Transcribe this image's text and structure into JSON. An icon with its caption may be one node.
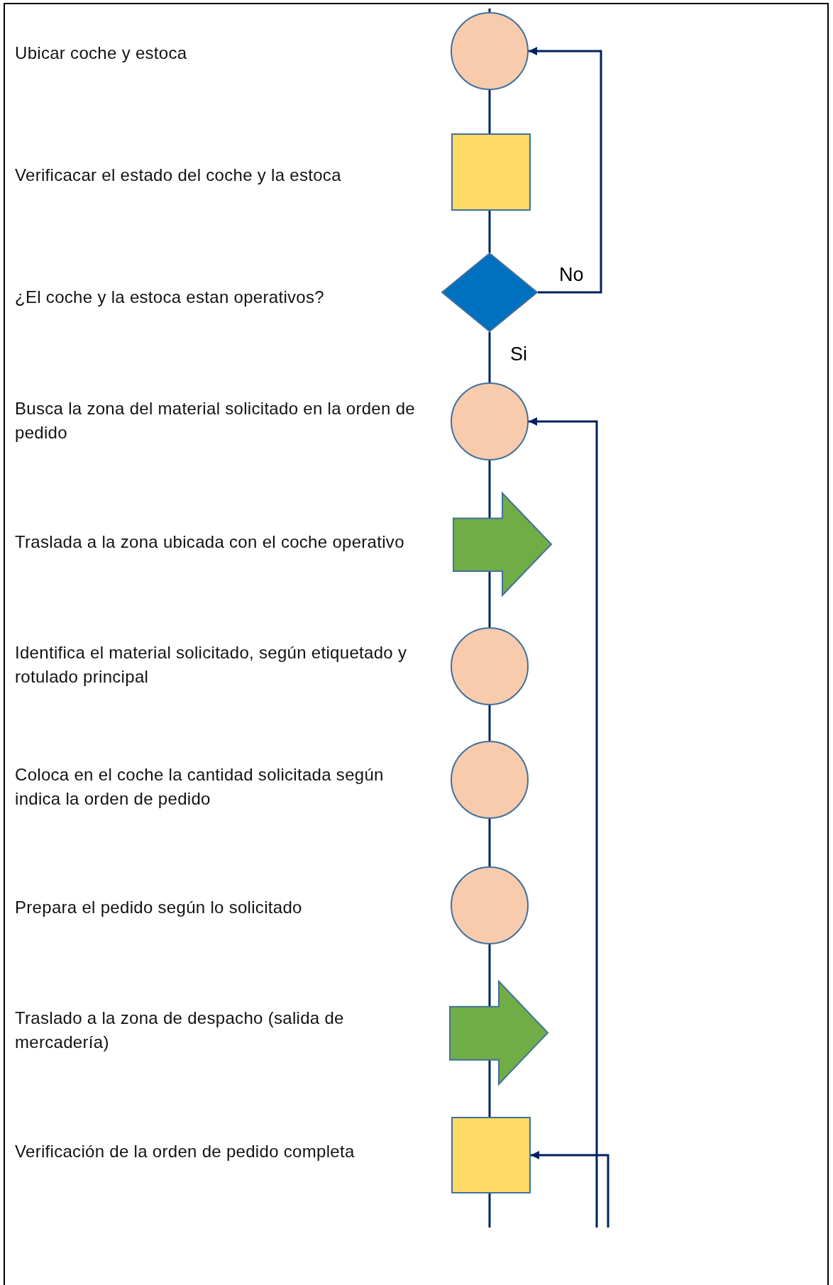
{
  "diagram": {
    "nodes": [
      {
        "text": [],
        "shape": "circle"
      },
      {
        "text": [],
        "shape": "box"
      },
      {
        "text": [],
        "shape": "diamond"
      },
      {
        "text": [],
        "shape": "circle"
      },
      {
        "text": [],
        "shape": "arrow"
      },
      {
        "text": [],
        "shape": "circle"
      },
      {
        "text": [],
        "shape": "circle"
      },
      {
        "text": [],
        "shape": "circle"
      },
      {
        "text": [],
        "shape": "arrow"
      },
      {
        "text": [],
        "shape": "box"
      }
    ],
    "edges": [
      {
        "from": null,
        "to": 0,
        "arrow": "none"
      },
      {
        "from": 0,
        "to": 1,
        "arrow": "none"
      },
      {
        "from": 1,
        "to": 2,
        "arrow": "none"
      },
      {
        "from": 2,
        "to": 3,
        "arrow": "none",
        "label": "Si"
      },
      {
        "from": 2,
        "to": 0,
        "arrow": "to",
        "label": "No"
      },
      {
        "from": 3,
        "to": 4,
        "arrow": "none"
      },
      {
        "from": 4,
        "to": 5,
        "arrow": "none"
      },
      {
        "from": 5,
        "to": 6,
        "arrow": "none"
      },
      {
        "from": 6,
        "to": 7,
        "arrow": "none"
      },
      {
        "from": 7,
        "to": 8,
        "arrow": "none"
      },
      {
        "from": 8,
        "to": 9,
        "arrow": "none"
      },
      {
        "from": 9,
        "to": null,
        "arrow": "none"
      },
      {
        "from": null,
        "to": 3,
        "arrow": "to"
      },
      {
        "from": null,
        "to": 9,
        "arrow": "to"
      }
    ],
    "labels": [
      "Ubicar coche y estoca",
      "Verificacar el estado del coche y la estoca",
      "¿El coche y la estoca estan operativos?",
      "Busca la zona del material solicitado en la orden de pedido",
      "Traslada a la zona ubicada con el coche operativo",
      "Identifica el material solicitado, según etiquetado y rotulado principal",
      "Coloca en el coche la cantidad solicitada según indica la orden de pedido",
      "Prepara el pedido según lo solicitado",
      "Traslado a la zona de despacho (salida de mercadería)",
      "Verificación de la orden de pedido completa"
    ]
  }
}
